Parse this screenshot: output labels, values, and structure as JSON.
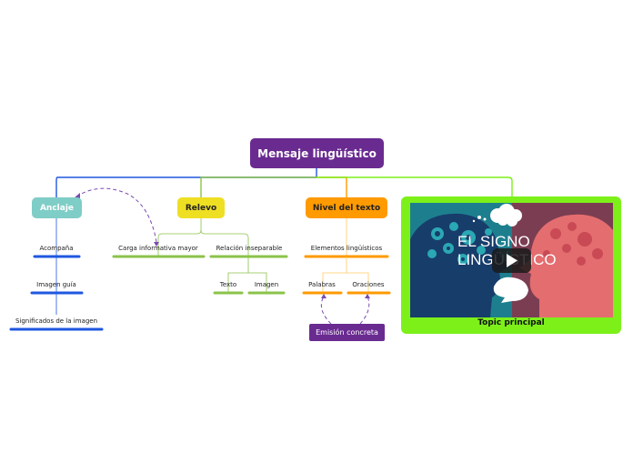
{
  "main": {
    "title": "Mensaje lingüístico"
  },
  "branches": {
    "anclaje": {
      "label": "Anclaje",
      "children": [
        "Acompaña",
        "Imagen guía",
        "Significados de la imagen"
      ]
    },
    "relevo": {
      "label": "Relevo",
      "children": [
        "Carga informativa mayor",
        "Relación inseparable"
      ],
      "subchildren": [
        "Texto",
        "Imagen"
      ]
    },
    "nivel": {
      "label": "Nivel del texto",
      "children": [
        "Elementos lingüísticos"
      ],
      "subchildren": [
        "Palabras",
        "Oraciones"
      ]
    }
  },
  "floating": {
    "emision": "Emisión concreta"
  },
  "topic": {
    "label": "Topic principal",
    "video_title_line1": "EL SIGNO",
    "video_title_line2": "LINGÜÍSTICO"
  },
  "colors": {
    "main": "#6a2b91",
    "anclaje": "#7fcdc7",
    "anclaje_lines": "#1f57e0",
    "relevo": "#eedf23",
    "relevo_lines": "#8bc34a",
    "nivel": "#ff9a00",
    "topic": "#7df01a",
    "dashed": "#7a4bb0"
  }
}
